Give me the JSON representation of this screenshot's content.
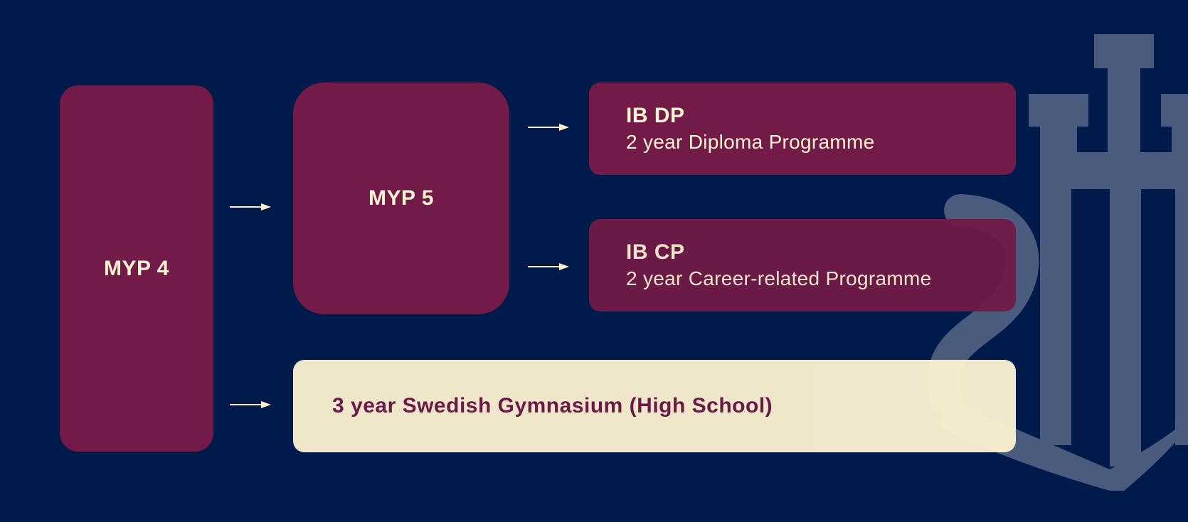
{
  "colors": {
    "background": "#001a4b",
    "box_fill": "#721b48",
    "box_text": "#fef2d0",
    "highlight_fill": "#fff4d4",
    "highlight_text": "#721b48",
    "logo": "#4a5b7d"
  },
  "nodes": {
    "myp4": {
      "title": "MYP 4"
    },
    "myp5": {
      "title": "MYP 5"
    },
    "ib_dp": {
      "title": "IB DP",
      "subtitle": "2 year Diploma Programme"
    },
    "ib_cp": {
      "title": "IB CP",
      "subtitle": "2 year Career-related Programme"
    },
    "gymnasium": {
      "title": "3 year Swedish Gymnasium (High School)"
    }
  },
  "edges": [
    {
      "from": "myp4",
      "to": "myp5"
    },
    {
      "from": "myp4",
      "to": "gymnasium"
    },
    {
      "from": "myp5",
      "to": "ib_dp"
    },
    {
      "from": "myp5",
      "to": "ib_cp"
    }
  ],
  "logo": {
    "icon": "anchor-trident-icon"
  }
}
